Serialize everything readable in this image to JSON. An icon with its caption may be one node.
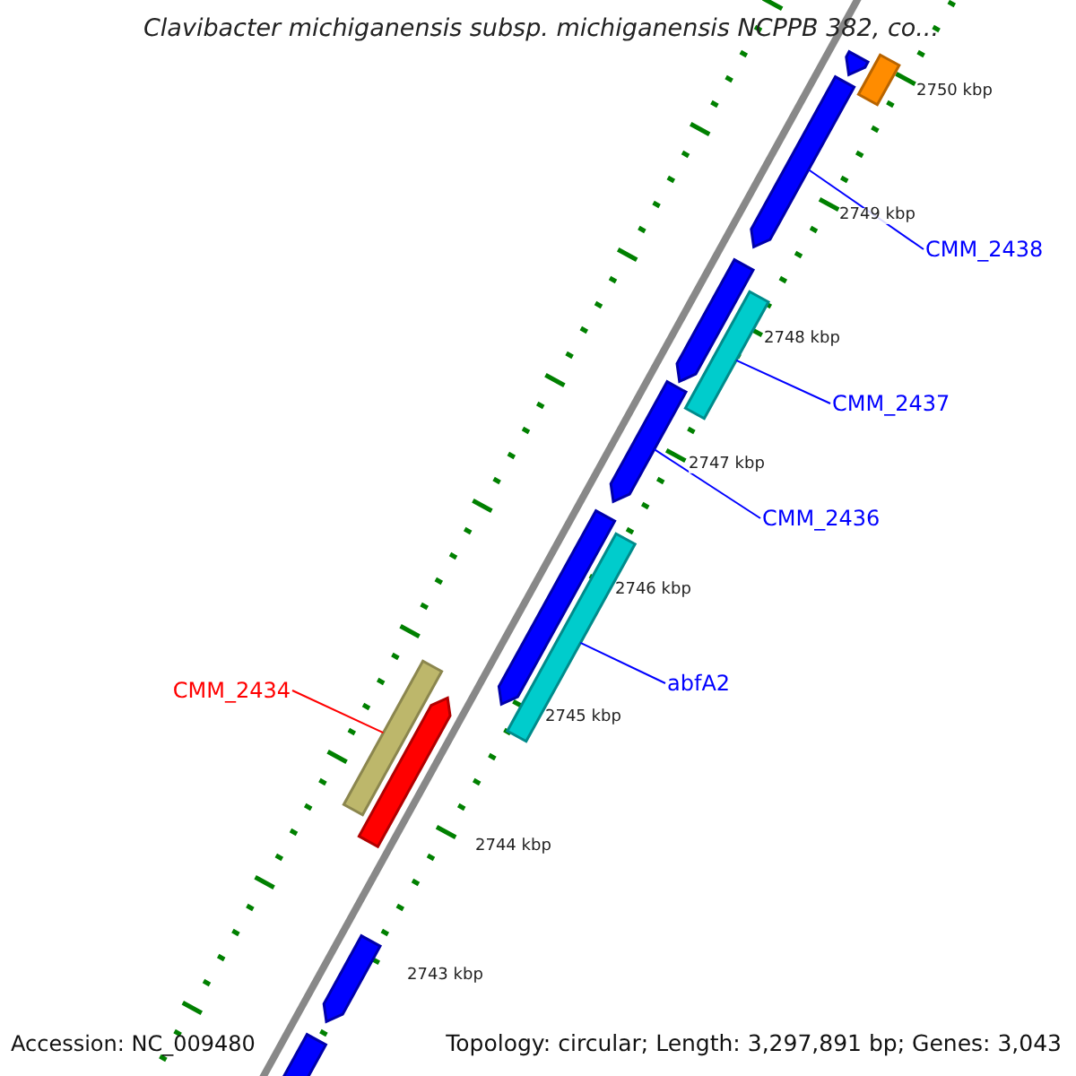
{
  "diagram": {
    "title": "Clavibacter michiganensis subsp. michiganensis NCPPB 382, co...",
    "nodes": [
      {
        "text": [],
        "shape": "bar"
      },
      {
        "text": [],
        "shape": "bar"
      },
      {
        "text": [],
        "shape": "bar"
      },
      {
        "text": [
          "CMM_2438"
        ]
      },
      {
        "text": [],
        "shape": "bar"
      },
      {
        "text": [],
        "shape": "bar"
      },
      {
        "text": [],
        "shape": "bar"
      },
      {
        "text": [
          "CMM_2437"
        ]
      },
      {
        "text": [],
        "shape": "bar"
      },
      {
        "text": [
          "CMM_2436"
        ]
      },
      {
        "text": [],
        "shape": "bar"
      },
      {
        "text": [
          "abfA2"
        ]
      },
      {
        "text": [
          "CMM_2434"
        ]
      },
      {
        "text": [],
        "shape": "bar"
      },
      {
        "text": [],
        "shape": "bar"
      },
      {
        "text": [],
        "shape": "bar"
      },
      {
        "text": [],
        "shape": "bar"
      }
    ],
    "edges": [
      {
        "from": 3,
        "to": 2,
        "arrow": "none"
      },
      {
        "from": 7,
        "to": 5,
        "arrow": "none"
      },
      {
        "from": 9,
        "to": 6,
        "arrow": "none"
      },
      {
        "from": 11,
        "to": 10,
        "arrow": "none"
      },
      {
        "from": 12,
        "to": 13,
        "arrow": "none",
        "color": "#ff0000"
      }
    ],
    "labels": [
      "2750 kbp",
      "2749 kbp",
      "2748 kbp",
      "2747 kbp",
      "2746 kbp",
      "2745 kbp",
      "2744 kbp",
      "2743 kbp",
      "Accession: NC_009480",
      "Topology: circular; Length: 3,297,891 bp; Genes: 3,043"
    ]
  }
}
